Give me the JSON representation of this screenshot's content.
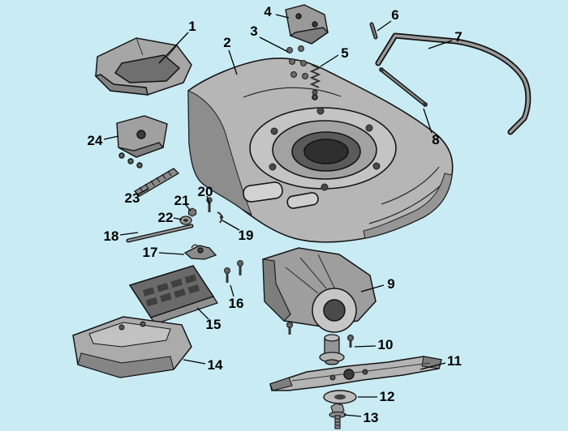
{
  "colors": {
    "background": "#c9ecf4",
    "part_fill": "#b4b4b4",
    "part_dark": "#7d7d7d",
    "outline": "#141414",
    "label": "#000000"
  },
  "callouts": [
    {
      "label": "1"
    },
    {
      "label": "2"
    },
    {
      "label": "3"
    },
    {
      "label": "4"
    },
    {
      "label": "5"
    },
    {
      "label": "6"
    },
    {
      "label": "7"
    },
    {
      "label": "8"
    },
    {
      "label": "9"
    },
    {
      "label": "10"
    },
    {
      "label": "11"
    },
    {
      "label": "12"
    },
    {
      "label": "13"
    },
    {
      "label": "14"
    },
    {
      "label": "15"
    },
    {
      "label": "16"
    },
    {
      "label": "17"
    },
    {
      "label": "18"
    },
    {
      "label": "19"
    },
    {
      "label": "20"
    },
    {
      "label": "21"
    },
    {
      "label": "22"
    },
    {
      "label": "23"
    },
    {
      "label": "24"
    }
  ]
}
